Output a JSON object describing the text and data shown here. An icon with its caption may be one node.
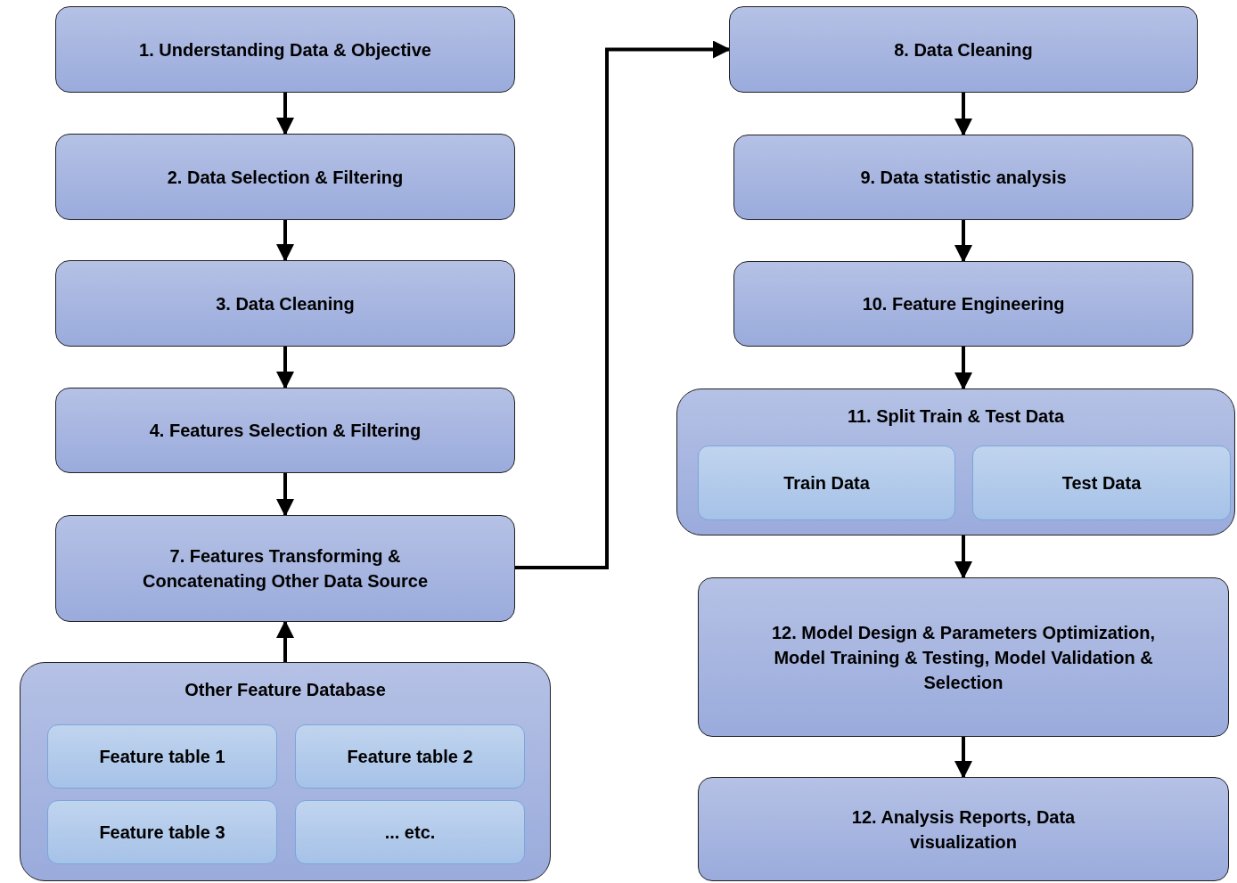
{
  "diagram": {
    "nodes": [
      {
        "text": [
          "1. Understanding Data & Objective"
        ]
      },
      {
        "text": [
          "2. Data Selection & Filtering"
        ]
      },
      {
        "text": [
          "3. Data Cleaning"
        ]
      },
      {
        "text": [
          "4. Features Selection & Filtering"
        ]
      },
      {
        "text": [
          "7. Features Transforming & Concatenating Other Data Source"
        ]
      },
      {
        "text": [
          "Other Feature Database"
        ]
      },
      {
        "text": [
          "Feature table 1"
        ],
        "in": 5
      },
      {
        "text": [
          "Feature table 2"
        ],
        "in": 5
      },
      {
        "text": [
          "Feature table 3"
        ],
        "in": 5
      },
      {
        "text": [
          "... etc."
        ],
        "in": 5
      },
      {
        "text": [
          "8. Data Cleaning"
        ]
      },
      {
        "text": [
          "9. Data statistic analysis"
        ]
      },
      {
        "text": [
          "10. Feature Engineering"
        ]
      },
      {
        "text": [
          "11. Split Train & Test Data"
        ]
      },
      {
        "text": [
          "Train Data"
        ],
        "in": 13
      },
      {
        "text": [
          "Test Data"
        ],
        "in": 13
      },
      {
        "text": [
          "12. Model Design & Parameters Optimization, Model Training & Testing, Model Validation & Selection"
        ]
      },
      {
        "text": [
          "12. Analysis Reports, Data visualization"
        ]
      }
    ],
    "edges": [
      {
        "from": 0,
        "to": 1,
        "arrow": "to"
      },
      {
        "from": 1,
        "to": 2,
        "arrow": "to"
      },
      {
        "from": 2,
        "to": 3,
        "arrow": "to"
      },
      {
        "from": 3,
        "to": 4,
        "arrow": "to"
      },
      {
        "from": 5,
        "to": 4,
        "arrow": "to"
      },
      {
        "from": 4,
        "to": 10,
        "arrow": "to"
      },
      {
        "from": 10,
        "to": 11,
        "arrow": "to"
      },
      {
        "from": 11,
        "to": 12,
        "arrow": "to"
      },
      {
        "from": 12,
        "to": 13,
        "arrow": "to"
      },
      {
        "from": 13,
        "to": 16,
        "arrow": "to"
      },
      {
        "from": 16,
        "to": 17,
        "arrow": "to"
      }
    ]
  }
}
